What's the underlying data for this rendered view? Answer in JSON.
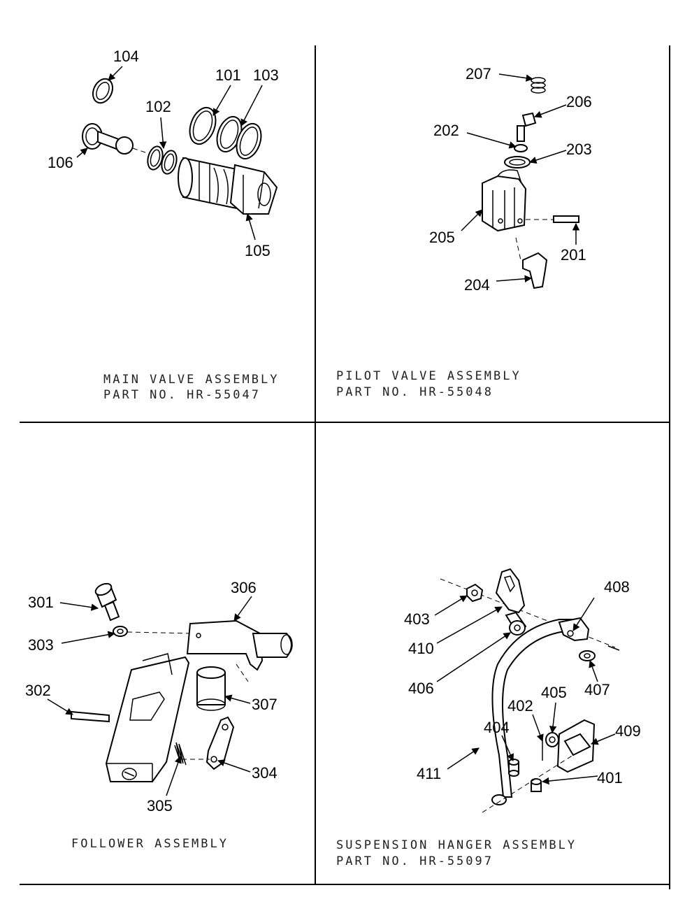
{
  "panels": {
    "main_valve": {
      "caption_line1": "MAIN VALVE ASSEMBLY",
      "caption_line2": "PART NO. HR-55047",
      "labels": [
        "104",
        "101",
        "103",
        "102",
        "106",
        "105"
      ]
    },
    "pilot_valve": {
      "caption_line1": "PILOT VALVE ASSEMBLY",
      "caption_line2": "PART NO. HR-55048",
      "labels": [
        "207",
        "206",
        "202",
        "203",
        "205",
        "201",
        "204"
      ]
    },
    "follower": {
      "caption_line1": "FOLLOWER ASSEMBLY",
      "labels": [
        "306",
        "301",
        "303",
        "302",
        "307",
        "304",
        "305"
      ]
    },
    "suspension_hanger": {
      "caption_line1": "SUSPENSION HANGER ASSEMBLY",
      "caption_line2": "PART NO. HR-55097",
      "labels": [
        "408",
        "403",
        "410",
        "406",
        "407",
        "405",
        "402",
        "409",
        "404",
        "411",
        "401"
      ]
    }
  }
}
